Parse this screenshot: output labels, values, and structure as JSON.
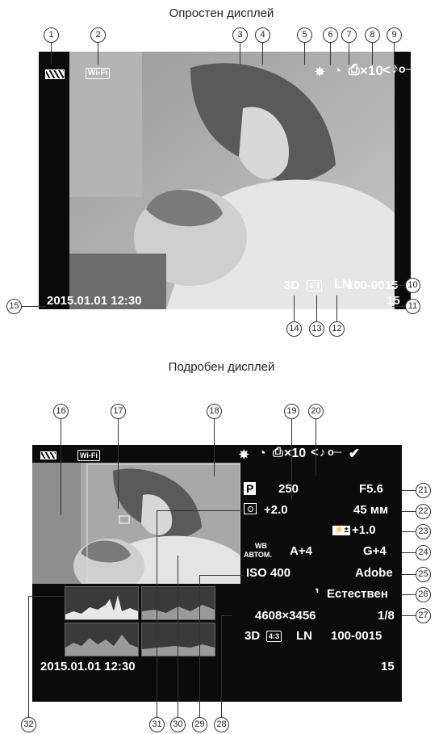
{
  "simple": {
    "title": "Опростен дисплей",
    "wifi": "Wi-Fi",
    "protect_x10": "×10",
    "file_number": "100-0015",
    "frame_count": "15",
    "datetime": "2015.01.01 12:30",
    "mode_3d": "3D",
    "aspect": "4:3",
    "quality": "LN"
  },
  "detailed": {
    "title": "Подробен дисплей",
    "wifi": "Wi-Fi",
    "protect_x10": "×10",
    "mode": "P",
    "exposure_comp": "+2.0",
    "shutter": "250",
    "aperture": "F5.6",
    "focal_length": "45 мм",
    "flash_comp": "+1.0",
    "wb_label_1": "WB",
    "wb_label_2": "АВТОМ.",
    "wb_a": "A+4",
    "wb_g": "G+4",
    "iso": "ISO 400",
    "color_space": "Adobe",
    "picture_mode": "Естествен",
    "image_size": "4608×3456",
    "compression": "1/8",
    "mode_3d": "3D",
    "aspect": "4:3",
    "quality": "LN",
    "file_number": "100-0015",
    "frame_count": "15",
    "datetime": "2015.01.01 12:30"
  },
  "callouts": [
    "1",
    "2",
    "3",
    "4",
    "5",
    "6",
    "7",
    "8",
    "9",
    "10",
    "11",
    "12",
    "13",
    "14",
    "15",
    "16",
    "17",
    "18",
    "19",
    "20",
    "21",
    "22",
    "23",
    "24",
    "25",
    "26",
    "27",
    "28",
    "29",
    "30",
    "31",
    "32"
  ]
}
